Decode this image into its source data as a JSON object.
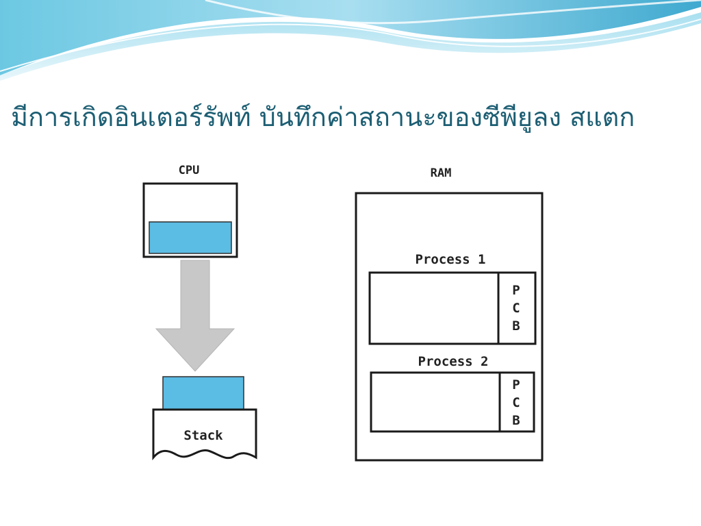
{
  "slide": {
    "title": "มีการเกิดอินเตอร์รัพท์ บันทึกค่าสถานะของซีพียูลง สแตก"
  },
  "diagram": {
    "cpu_label": "CPU",
    "stack_label": "Stack",
    "ram_label": "RAM",
    "processes": [
      {
        "label": "Process 1",
        "pcb": [
          "P",
          "C",
          "B"
        ]
      },
      {
        "label": "Process 2",
        "pcb": [
          "P",
          "C",
          "B"
        ]
      }
    ]
  },
  "colors": {
    "title": "#1c5e73",
    "register_fill": "#5bbce4",
    "arrow_fill": "#c8c8c8",
    "wave_light": "#bfe6f2",
    "wave_dark": "#4fb2d3"
  }
}
